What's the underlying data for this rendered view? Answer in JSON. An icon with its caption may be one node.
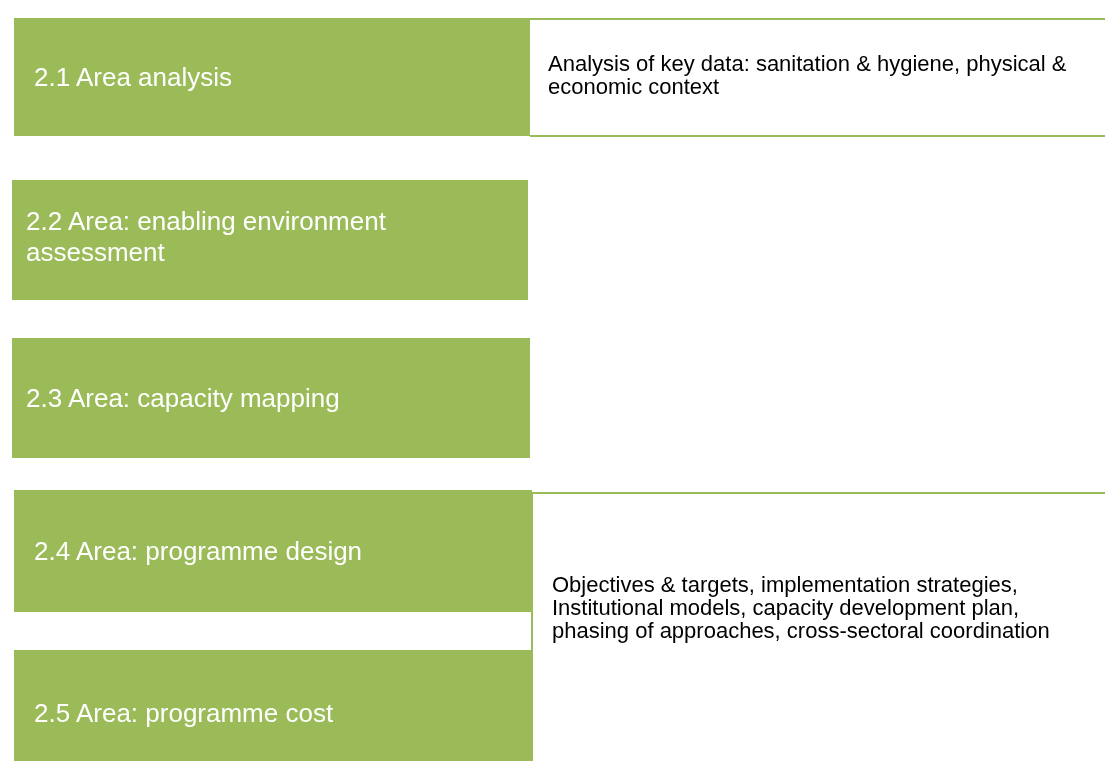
{
  "diagram": {
    "nodes": [
      {
        "text": [
          "2.1 Area analysis"
        ]
      },
      {
        "text": [
          "Analysis of key data: sanitation & hygiene, physical & economic context"
        ]
      },
      {
        "text": [
          "2.2 Area: enabling environment assessment"
        ]
      },
      {
        "text": [
          "2.3 Area: capacity mapping"
        ]
      },
      {
        "text": [
          "2.4 Area: programme design"
        ]
      },
      {
        "text": [
          "Objectives & targets, implementation strategies, Institutional models, capacity development plan, phasing of approaches, cross-sectoral coordination"
        ]
      },
      {
        "text": [
          "2.5 Area: programme cost"
        ]
      }
    ]
  }
}
